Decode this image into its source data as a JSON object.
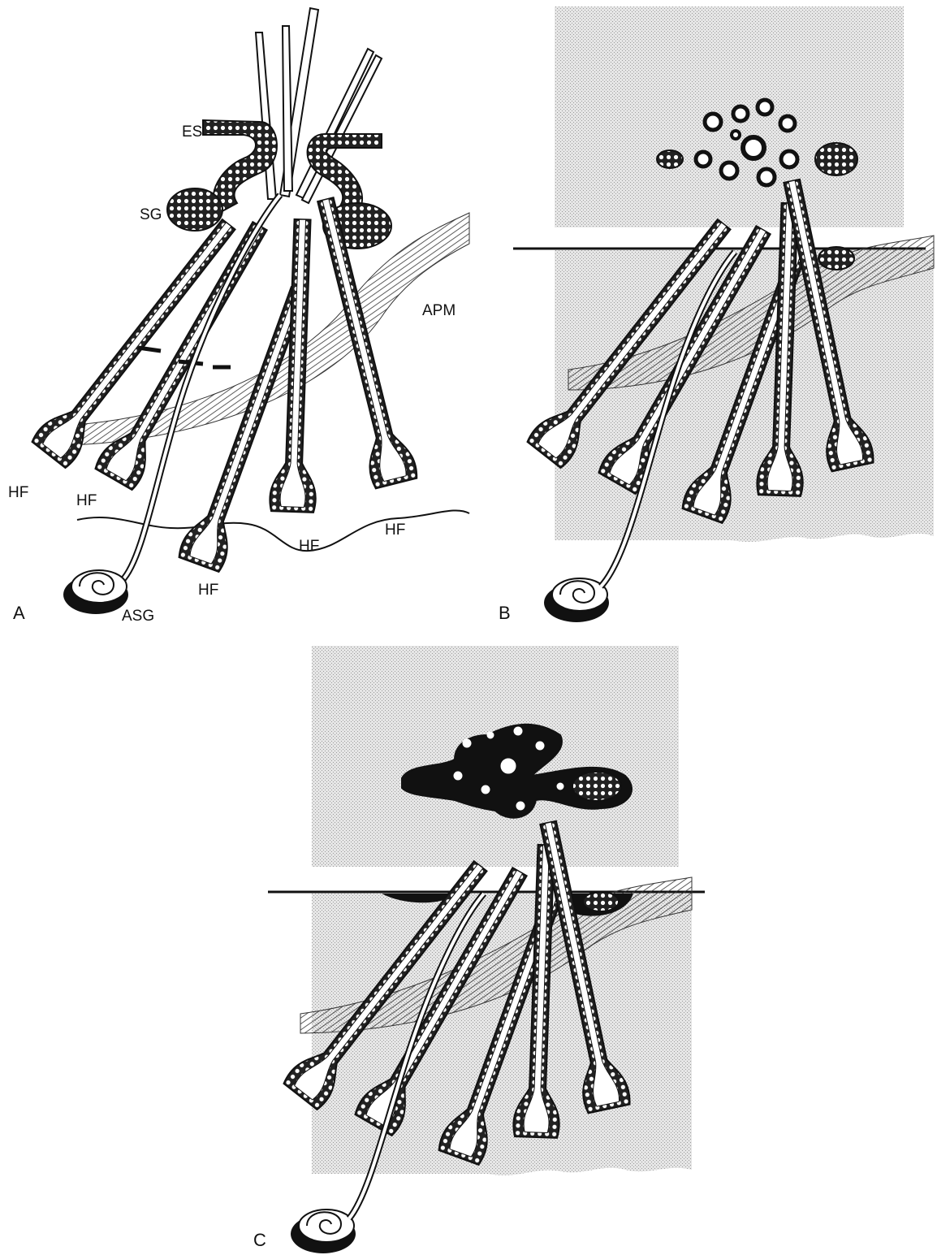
{
  "figure": {
    "panels": [
      {
        "id": "A",
        "label": "A",
        "structures": {
          "ES": "ES",
          "SG": "SG",
          "APM": "APM",
          "HF_1": "HF",
          "HF_2": "HF",
          "HF_3": "HF",
          "HF_4": "HF",
          "HF_5": "HF",
          "ASG": "ASG"
        }
      },
      {
        "id": "B",
        "label": "B"
      },
      {
        "id": "C",
        "label": "C"
      }
    ],
    "colors": {
      "ink": "#111111",
      "stipple": "#cfcfcf",
      "stipple_dark": "#b5b5b5",
      "cells": "#ffffff"
    }
  }
}
